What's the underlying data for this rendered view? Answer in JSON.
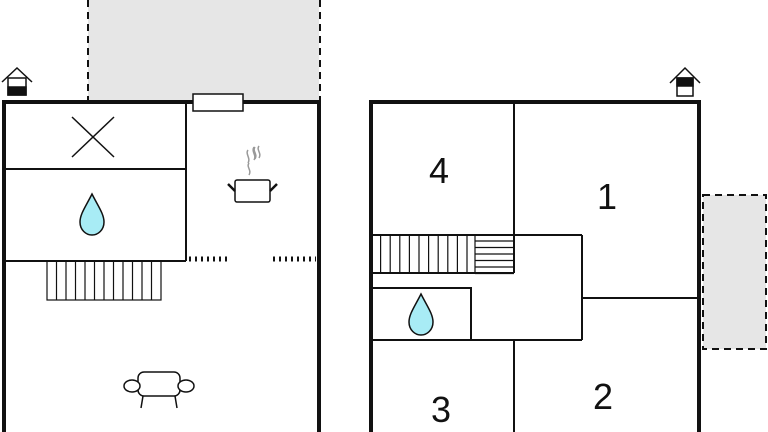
{
  "floor_plan": {
    "rooms": [
      {
        "label": "1"
      },
      {
        "label": "2"
      },
      {
        "label": "3"
      },
      {
        "label": "4"
      }
    ],
    "icons": [
      "entrance-icon",
      "bed-x-icon",
      "water-drop-icon",
      "cooking-pot-icon",
      "stairs-icon",
      "armchair-icon",
      "window-icon",
      "terrace-area"
    ],
    "colors": {
      "wall": "#111111",
      "terrace": "#e6e6e6",
      "water": "#a8ecf5"
    }
  }
}
